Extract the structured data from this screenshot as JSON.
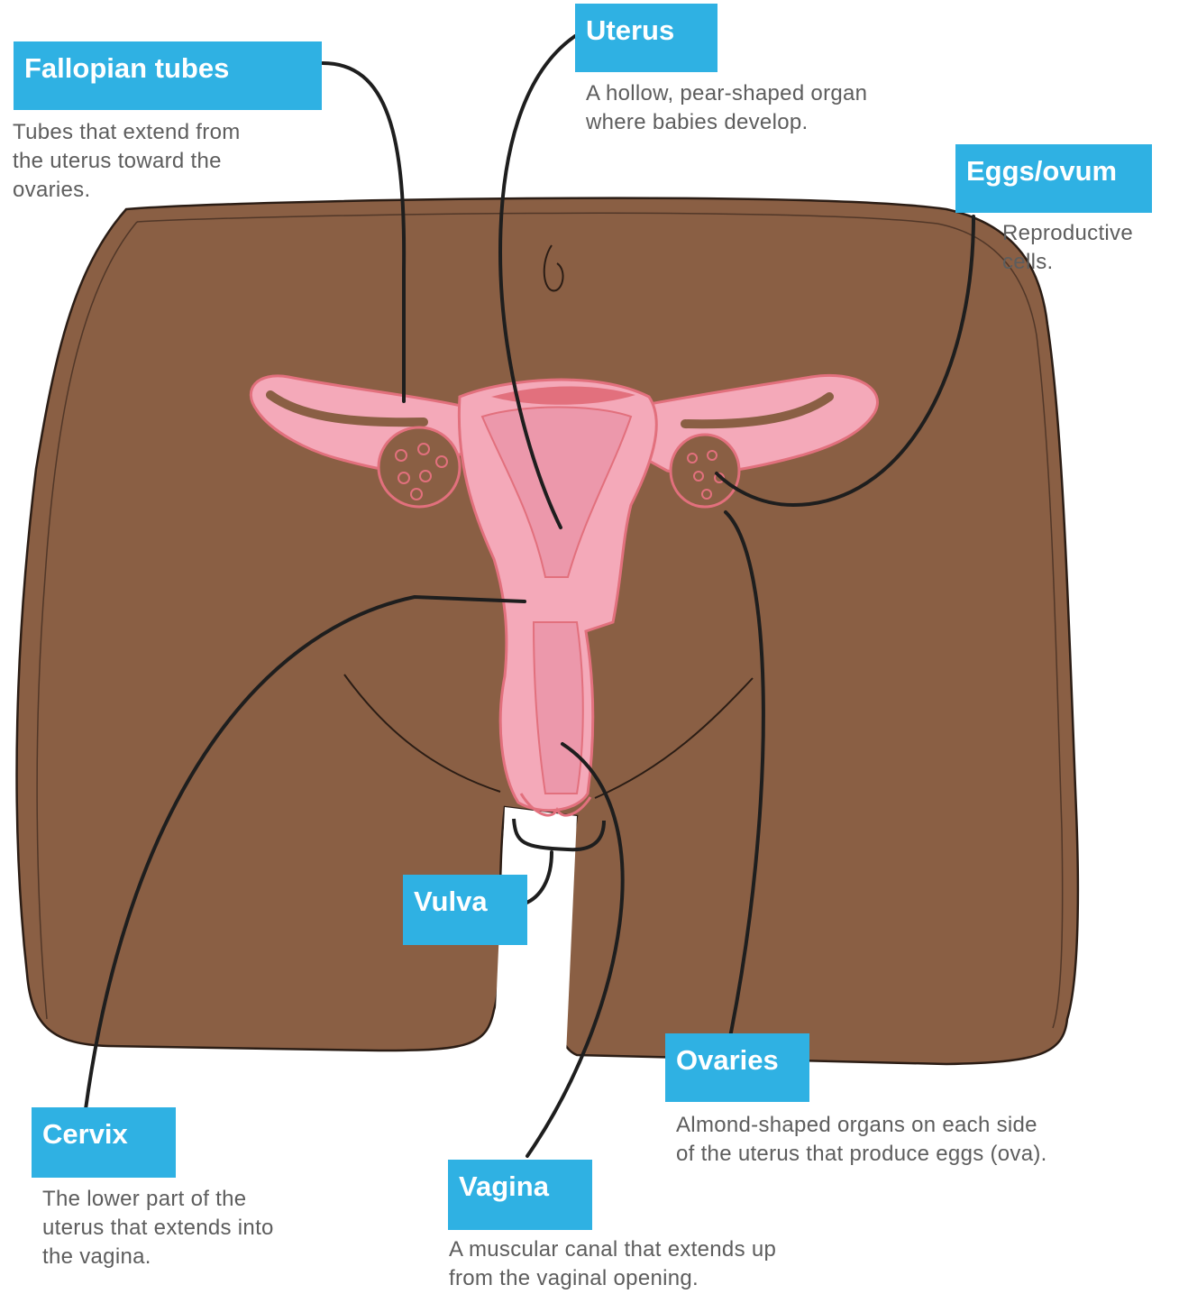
{
  "colors": {
    "label_bg": "#2fb1e3",
    "label_text": "#ffffff",
    "description_text": "#5d5d5d",
    "skin": "#8a5f44",
    "outline": "#2b1d15",
    "organ_pink": "#f4a9b9",
    "organ_dark": "#e2707d",
    "pointer_line": "#1e1e1e"
  },
  "labels": [
    {
      "id": "fallopian",
      "title": "Fallopian tubes",
      "description": [
        "Tubes that extend from",
        "the uterus toward the",
        "ovaries."
      ]
    },
    {
      "id": "uterus",
      "title": "Uterus",
      "description": [
        "A hollow, pear-shaped organ",
        "where babies develop."
      ]
    },
    {
      "id": "eggs",
      "title": "Eggs/ovum",
      "description": [
        "Reproductive",
        "cells."
      ]
    },
    {
      "id": "vulva",
      "title": "Vulva",
      "description": []
    },
    {
      "id": "ovaries",
      "title": "Ovaries",
      "description": [
        "Almond-shaped organs on each side",
        "of the uterus that produce eggs (ova)."
      ]
    },
    {
      "id": "cervix",
      "title": "Cervix",
      "description": [
        "The lower part of the",
        "uterus that extends into",
        "the vagina."
      ]
    },
    {
      "id": "vagina",
      "title": "Vagina",
      "description": [
        "A muscular canal that extends up",
        "from the vaginal opening."
      ]
    }
  ]
}
